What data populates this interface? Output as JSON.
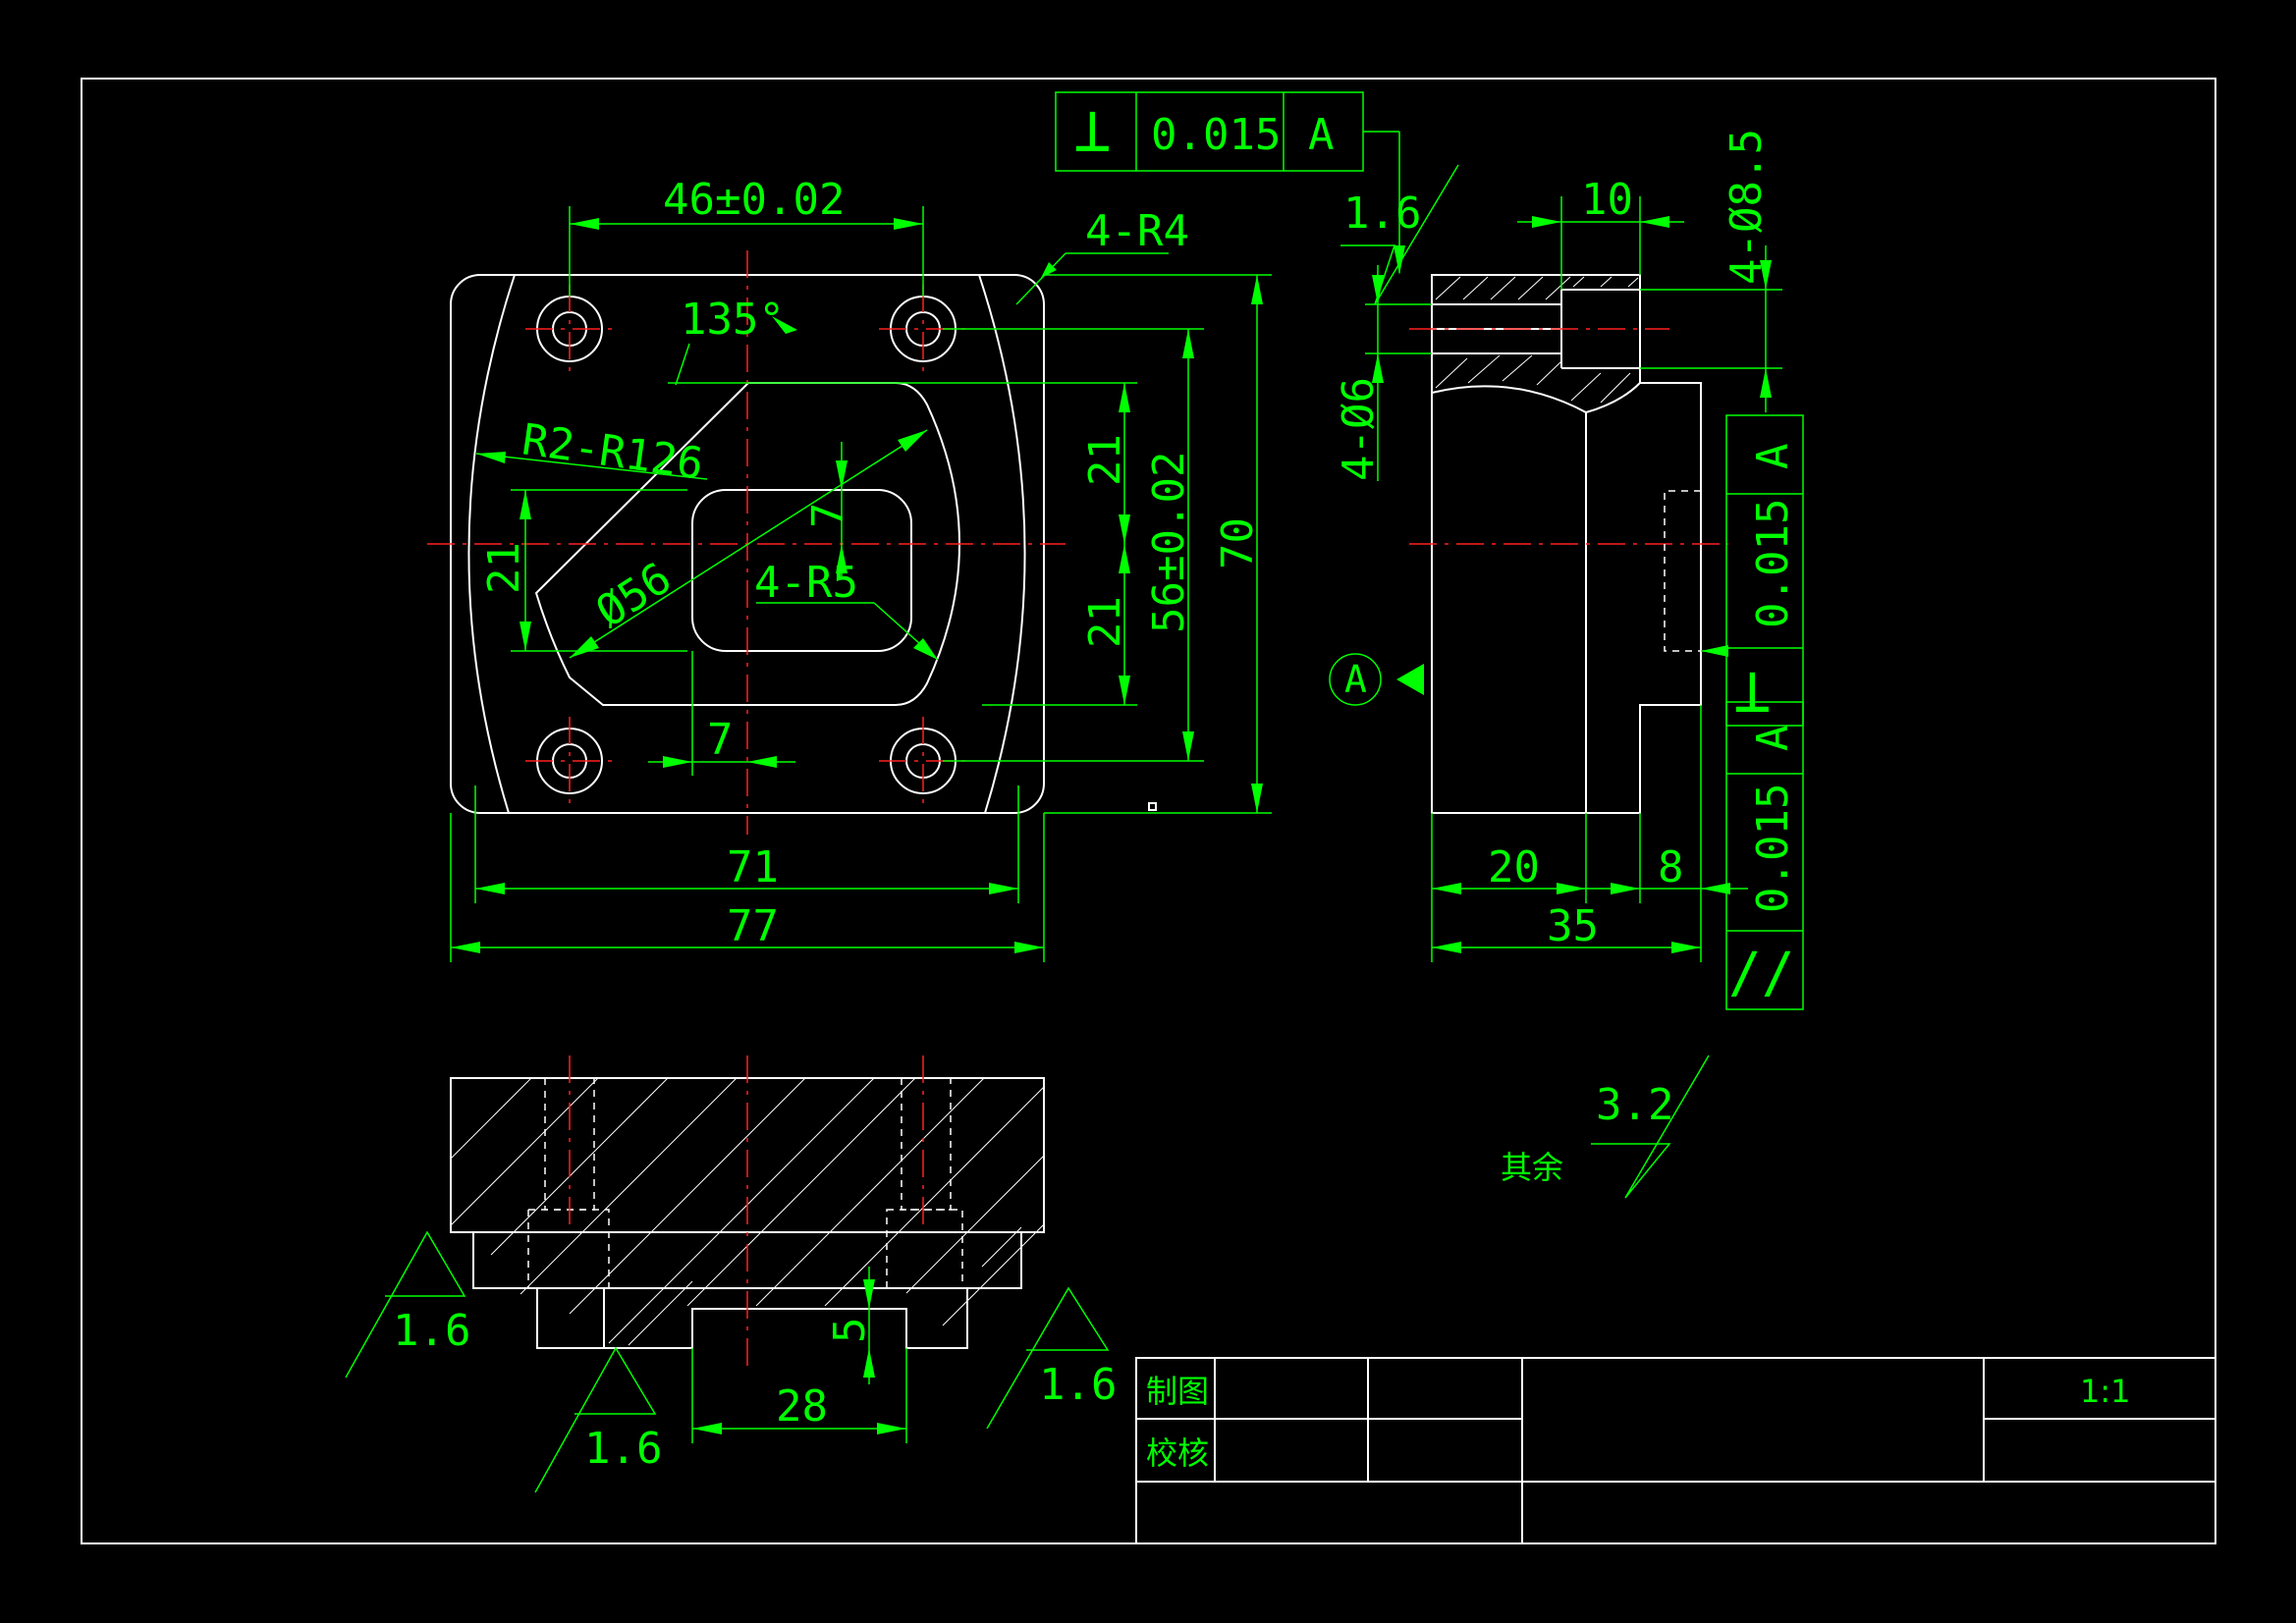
{
  "dimensions": {
    "hole_spacing_top": "46±0.02",
    "corner_radius": "4-R4",
    "angle": "135°",
    "fillet_range": "R2-R126",
    "diameter": "Ø56",
    "inner_radius": "4-R5",
    "offset_7_vertical": "7",
    "offset_7_horizontal": "7",
    "left_21": "21",
    "right_21_upper": "21",
    "right_21_lower": "21",
    "hole_spacing_side": "56±0.02",
    "height_70": "70",
    "width_71": "71",
    "width_77": "77",
    "side_10": "10",
    "side_counterbore": "4-Ø8.5",
    "side_hole": "4-Ø6",
    "side_20": "20",
    "side_8": "8",
    "side_35": "35",
    "bottom_5": "5",
    "bottom_28": "28"
  },
  "tolerances": {
    "top_frame": {
      "symbol": "⊥",
      "value": "0.015",
      "datum": "A"
    },
    "right_perpendicular": {
      "symbol": "⊥",
      "value": "0.015",
      "datum": "A"
    },
    "right_parallel": {
      "symbol": "//",
      "value": "0.015",
      "datum": "A"
    },
    "datum_label": "A"
  },
  "roughness": {
    "side_top": "1.6",
    "bottom_left": "1.6",
    "bottom_middle": "1.6",
    "bottom_right": "1.6",
    "general": "3.2",
    "general_note": "其余"
  },
  "title_block": {
    "drawn_by_label": "制图",
    "checked_by_label": "校核",
    "scale": "1:1"
  },
  "colors": {
    "background": "#000000",
    "outline": "#ffffff",
    "dimension": "#00ff00",
    "centerline": "#ff2020"
  }
}
